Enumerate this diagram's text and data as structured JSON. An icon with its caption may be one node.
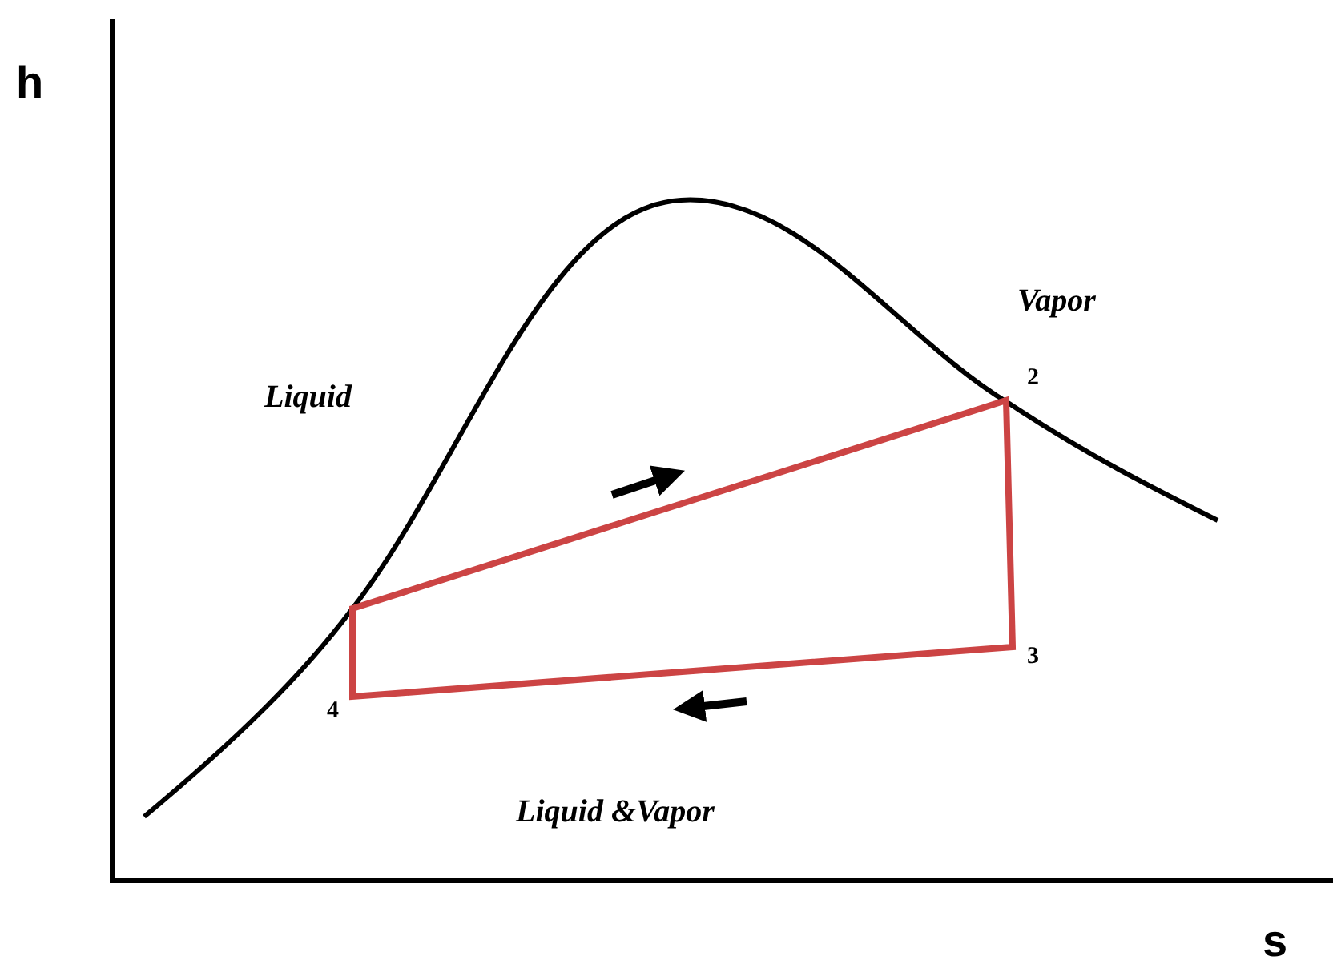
{
  "diagram": {
    "labels": [
      "h",
      "Vapor",
      "Liquid",
      "2",
      "3",
      "4",
      "Liquid &Vapor",
      "s"
    ]
  }
}
